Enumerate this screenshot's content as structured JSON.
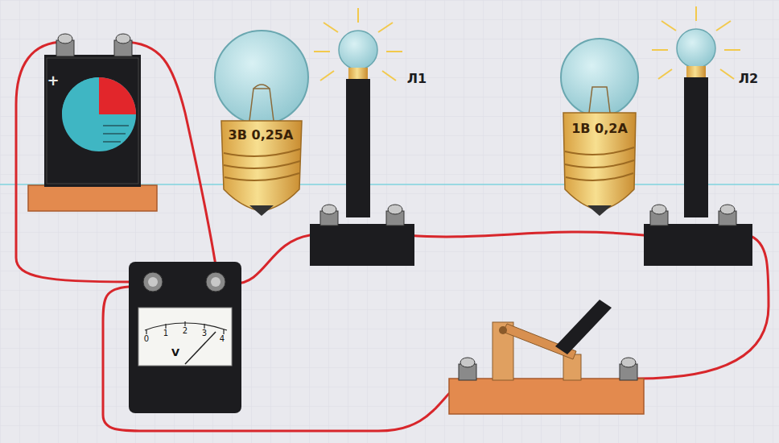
{
  "diagram": {
    "labels": [
      "+",
      "3В 0,25А",
      "Л1",
      "1В 0,2А",
      "Л2",
      "0",
      "1",
      "2",
      "3",
      "4",
      "V"
    ]
  }
}
